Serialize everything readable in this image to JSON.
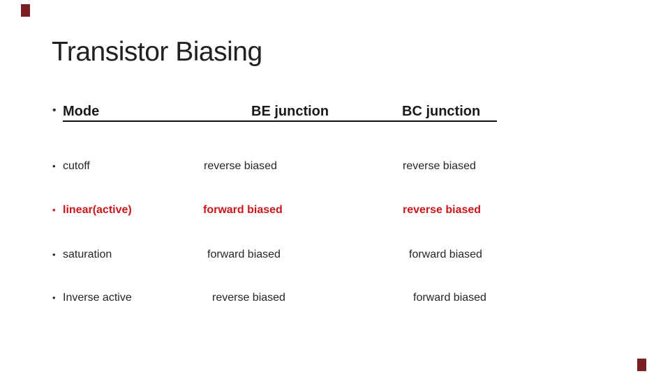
{
  "slide": {
    "title": "Transistor Biasing",
    "bullet_glyph": "•",
    "table": {
      "header": {
        "mode": "Mode",
        "be": "BE junction",
        "bc": "BC junction"
      },
      "rows": [
        {
          "mode": "cutoff",
          "be": "reverse biased",
          "bc": "reverse biased"
        },
        {
          "mode": "linear(active)",
          "be": "forward biased",
          "bc": "reverse biased"
        },
        {
          "mode": "saturation",
          "be": "forward biased",
          "bc": "forward biased"
        },
        {
          "mode": "Inverse active",
          "be": "reverse biased",
          "bc": "forward biased"
        }
      ]
    },
    "colors": {
      "background": "#ffffff",
      "title_text": "#212121",
      "body_text": "#262626",
      "emphasis_red": "#c8161c",
      "corner_accent": "#7a2024"
    }
  }
}
